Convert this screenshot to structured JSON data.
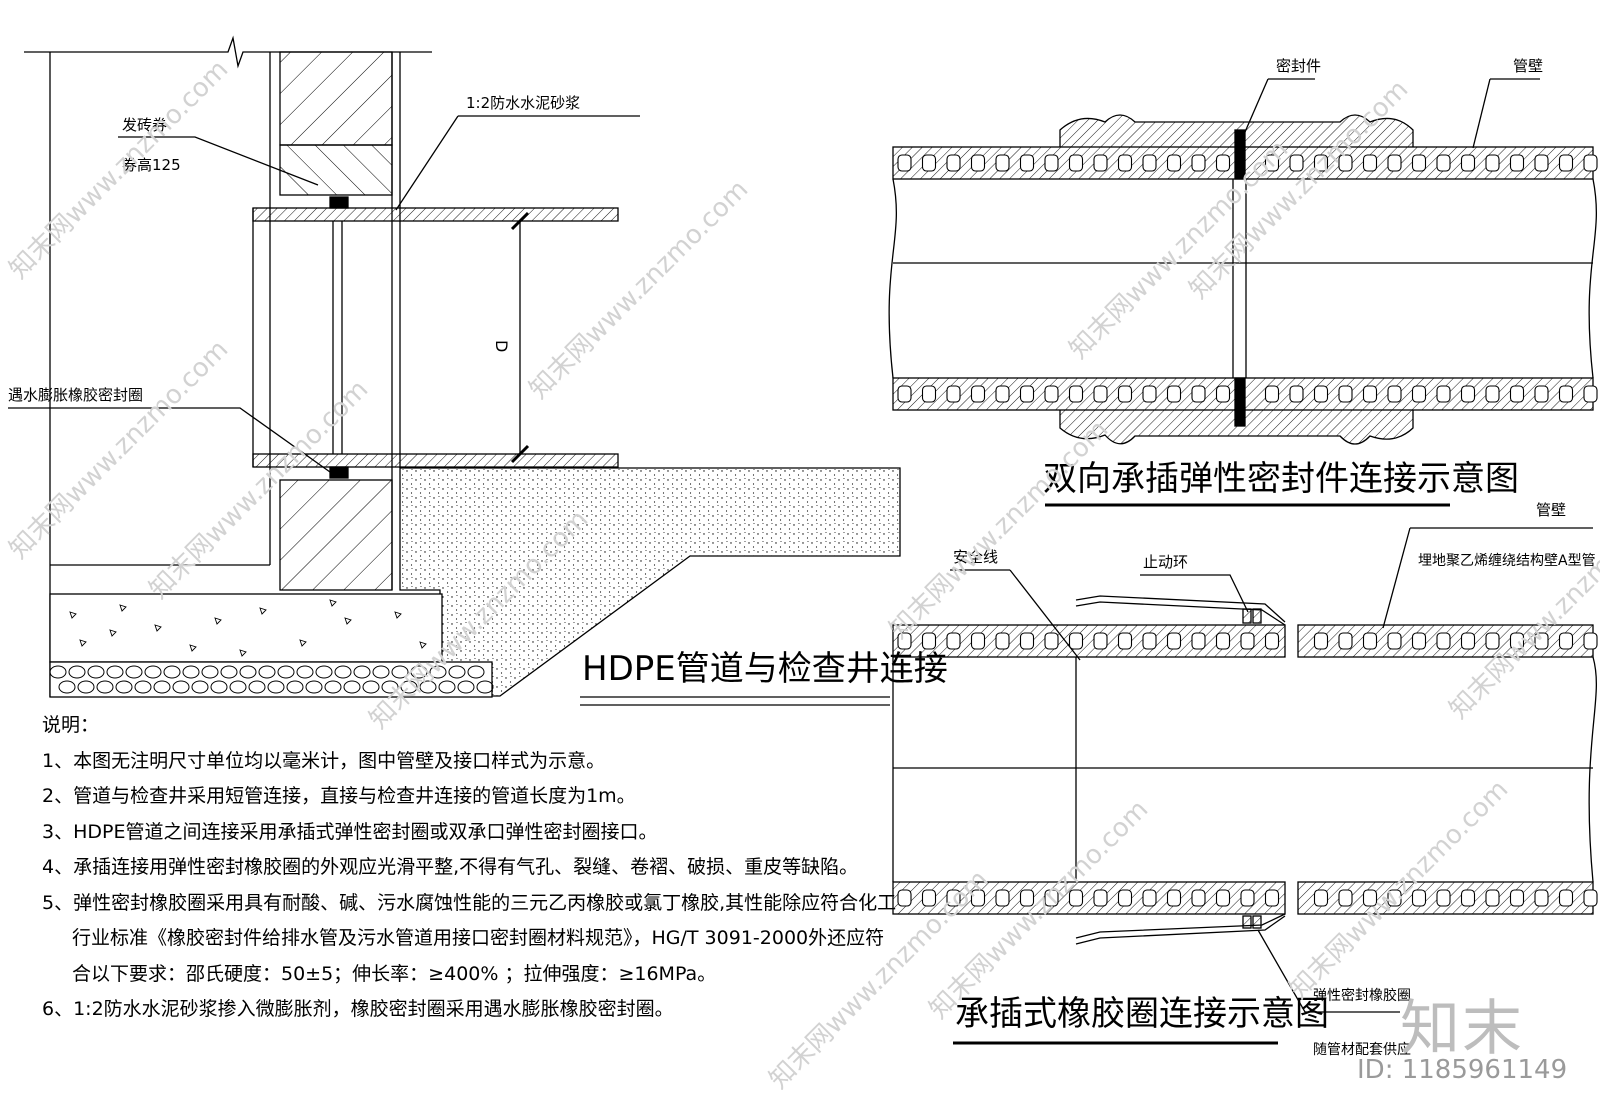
{
  "figure1": {
    "title": "HDPE管道与检查井连接",
    "labels": {
      "brick_arch": "发砖券",
      "arch_height": "券高125",
      "mortar": "1:2防水水泥砂浆",
      "seal_ring": "遇水膨胀橡胶密封圈",
      "diameter": "D"
    }
  },
  "figure2": {
    "title": "双向承插弹性密封件连接示意图",
    "labels": {
      "seal": "密封件",
      "pipe_wall": "管壁"
    }
  },
  "figure3": {
    "title": "承插式橡胶圈连接示意图",
    "labels": {
      "pipe_wall": "管壁",
      "pipe_type": "埋地聚乙烯缠绕结构壁A型管",
      "safety_line": "安全线",
      "stop_ring": "止动环",
      "rubber_ring": "弹性密封橡胶圈",
      "supply": "随管材配套供应"
    }
  },
  "notes": {
    "heading": "说明：",
    "items": [
      "1、本图无注明尺寸单位均以毫米计，图中管壁及接口样式为示意。",
      "2、管道与检查井采用短管连接，直接与检查井连接的管道长度为1m。",
      "3、HDPE管道之间连接采用承插式弹性密封圈或双承口弹性密封圈接口。",
      "4、承插连接用弹性密封橡胶圈的外观应光滑平整,不得有气孔、裂缝、卷褶、破损、重皮等缺陷。",
      "5、弹性密封橡胶圈采用具有耐酸、碱、污水腐蚀性能的三元乙丙橡胶或氯丁橡胶,其性能除应符合化工",
      "行业标准《橡胶密封件给排水管及污水管道用接口密封圈材料规范》，HG/T  3091-2000外还应符",
      "合以下要求：邵氏硬度：50±5；伸长率：≥400% ；拉伸强度：≥16MPa。",
      "6、1:2防水水泥砂浆掺入微膨胀剂，橡胶密封圈采用遇水膨胀橡胶密封圈。"
    ]
  },
  "watermark": {
    "site": "知末网www.znzmo.com",
    "logo": "知末",
    "id": "ID: 1185961149"
  },
  "colors": {
    "line": "#000000",
    "watermark": "#d2d2d2"
  }
}
